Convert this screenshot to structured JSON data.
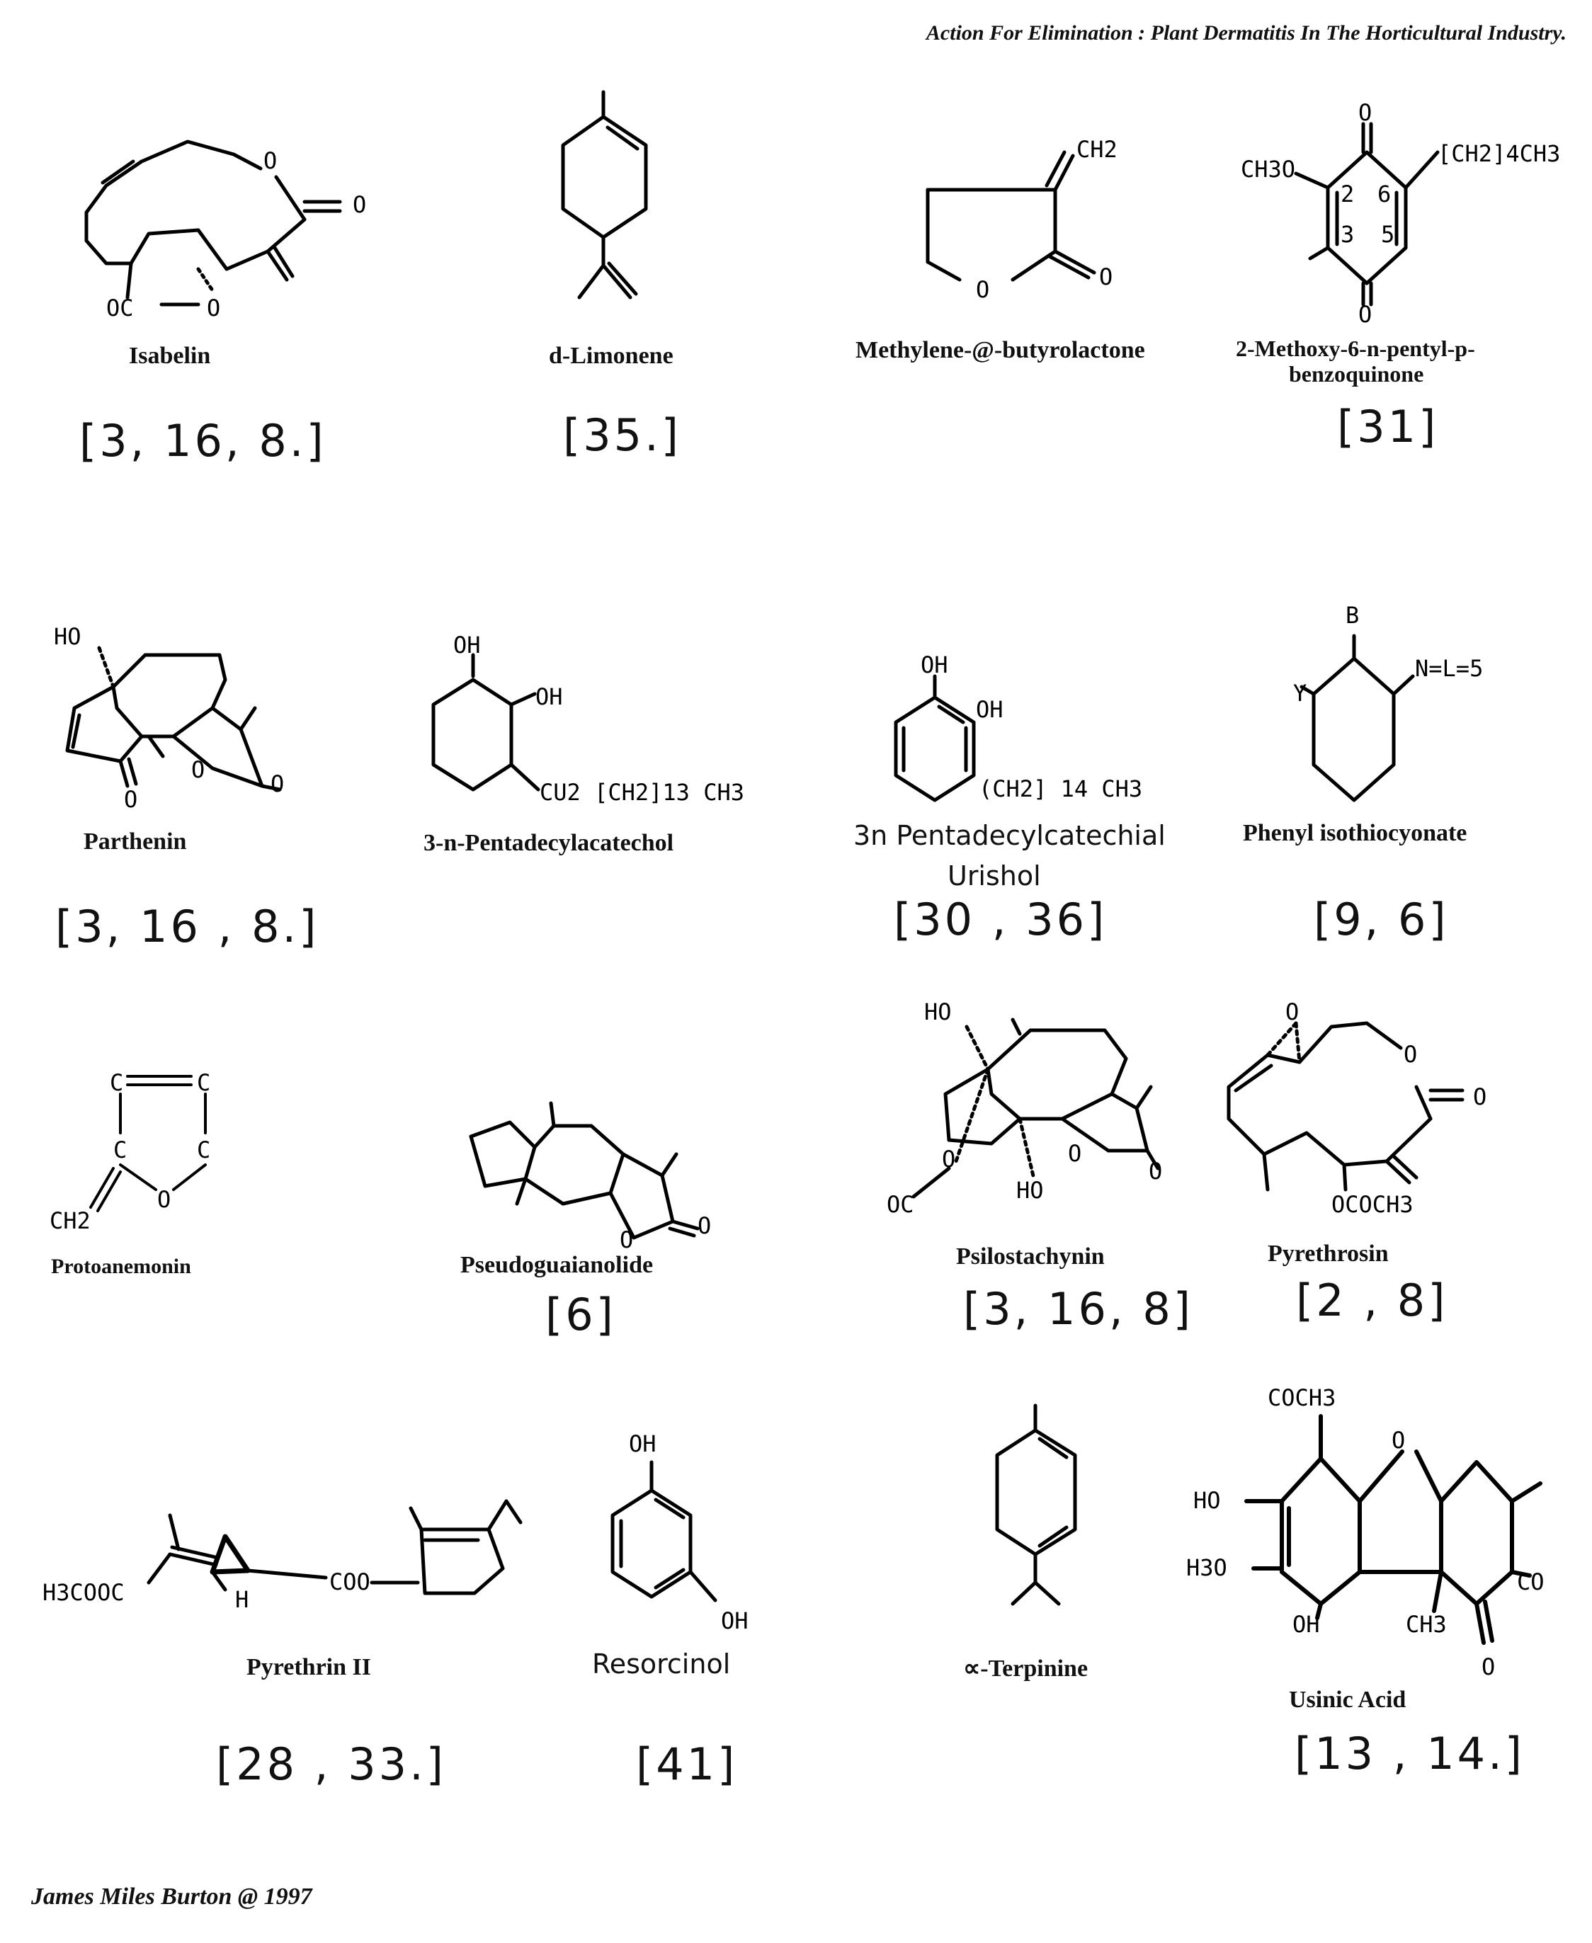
{
  "header": "Action For Elimination : Plant Dermatitis In The Horticultural Industry.",
  "footer": "James Miles Burton @ 1997",
  "compounds": {
    "isabelin": {
      "name": "Isabelin",
      "ref": "[3, 16, 8.]",
      "atoms": [
        "O",
        "O",
        "OC",
        "O"
      ]
    },
    "limonene": {
      "name": "d-Limonene",
      "ref": "[35.]"
    },
    "butyrolactone": {
      "name": "Methylene-@-butyrolactone",
      "atoms": [
        "CH2",
        "O",
        "O"
      ]
    },
    "benzoquinone": {
      "name1": "2-Methoxy-6-n-pentyl-p-",
      "name2": "benzoquinone",
      "ref": "[31]",
      "atoms": [
        "O",
        "CH3O",
        "[CH2]4CH3",
        "O",
        "2",
        "6",
        "3",
        "5"
      ]
    },
    "parthenin": {
      "name": "Parthenin",
      "ref": "[3, 16 , 8.]",
      "atoms": [
        "HO",
        "O",
        "O",
        "O"
      ]
    },
    "pentadecylcatechol": {
      "name": "3-n-Pentadecylacatechol",
      "atoms": [
        "OH",
        "OH",
        "CU2 [CH2]13 CH3"
      ]
    },
    "urishol": {
      "name1": "3n Pentadecylcatechial",
      "name2": "Urishol",
      "ref": "[30 , 36]",
      "atoms": [
        "OH",
        "OH",
        "(CH2] 14 CH3"
      ]
    },
    "isothiocyonate": {
      "name": "Phenyl isothiocyonate",
      "ref": "[9, 6]",
      "atoms": [
        "B",
        "Y",
        "N=L=5"
      ]
    },
    "protoanemonin": {
      "name": "Protoanemonin",
      "atoms": [
        "C",
        "C",
        "C",
        "C",
        "O",
        "CH2"
      ]
    },
    "pseudoguaianolide": {
      "name": "Pseudoguaianolide",
      "ref": "[6]",
      "atoms": [
        "O",
        "O"
      ]
    },
    "psilostachynin": {
      "name": "Psilostachynin",
      "ref": "[3, 16, 8]",
      "atoms": [
        "HO",
        "O",
        "OC",
        "O",
        "O",
        "HO"
      ]
    },
    "pyrethrosin": {
      "name": "Pyrethrosin",
      "ref": "[2 , 8]",
      "atoms": [
        "O",
        "O",
        "O",
        "OCOCH3"
      ]
    },
    "pyrethrin": {
      "name": "Pyrethrin II",
      "ref": "[28 , 33.]",
      "atoms": [
        "H3COOC",
        "H",
        "COO"
      ]
    },
    "resorcinol": {
      "name": "Resorcinol",
      "ref": "[41]",
      "atoms": [
        "OH",
        "OH"
      ]
    },
    "terpinine": {
      "name": "∝-Terpinine"
    },
    "usinic": {
      "name": "Usinic Acid",
      "ref": "[13 , 14.]",
      "atoms": [
        "COCH3",
        "O",
        "HO",
        "H3O",
        "OH",
        "CH3",
        "CO",
        "O"
      ]
    }
  }
}
